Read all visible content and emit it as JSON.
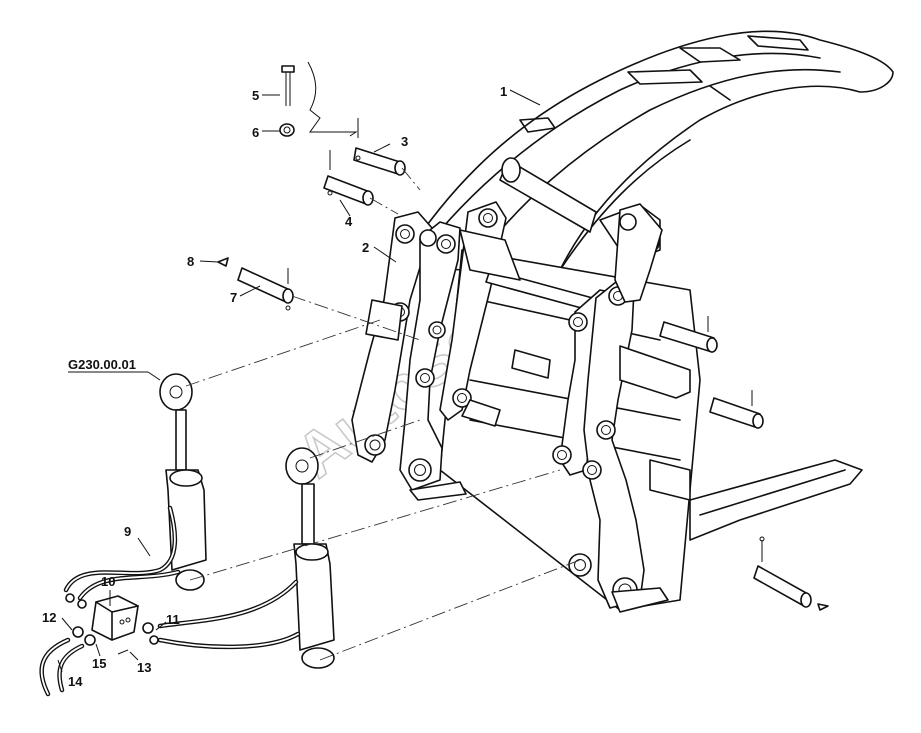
{
  "watermark": "AutoSoft",
  "labels": {
    "p1": "1",
    "p2": "2",
    "p3": "3",
    "p4": "4",
    "p5": "5",
    "p6": "6",
    "p7": "7",
    "p8": "8",
    "p9": "9",
    "p10": "10",
    "p11": "11",
    "p12": "12",
    "p13": "13",
    "p14": "14",
    "p15": "15",
    "cyl": "G230.00.01"
  }
}
